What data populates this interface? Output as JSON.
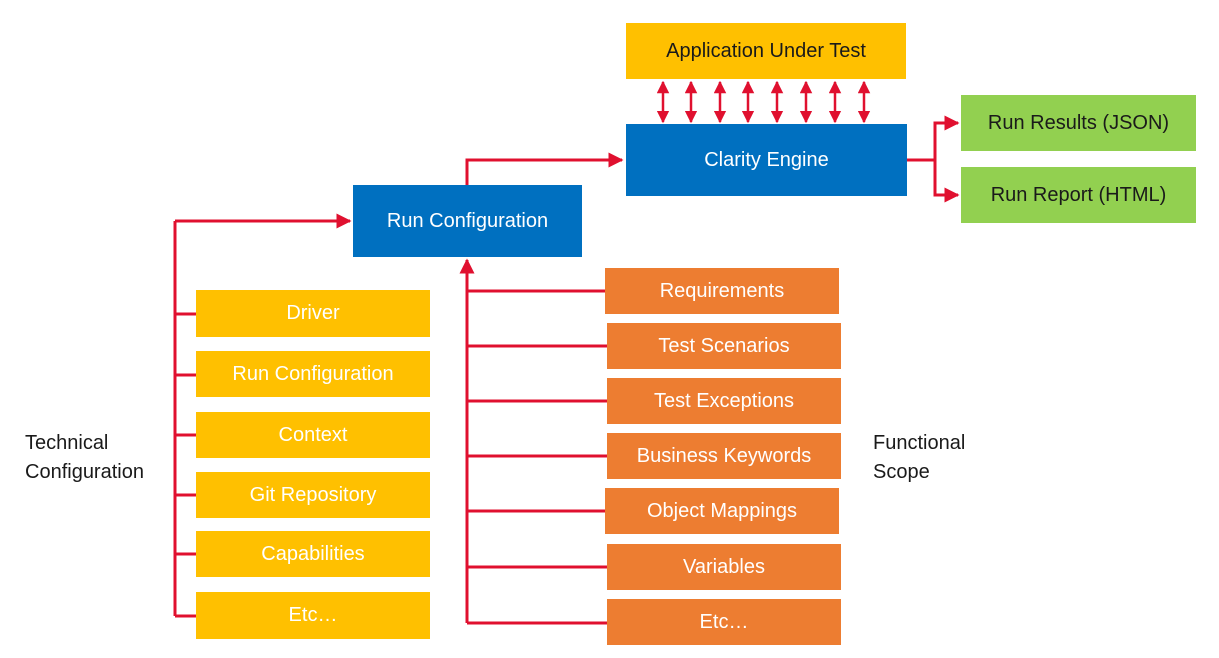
{
  "top": {
    "app_under_test": "Application Under Test",
    "engine": "Clarity Engine",
    "run_config": "Run Configuration"
  },
  "outputs": [
    "Run Results (JSON)",
    "Run Report (HTML)"
  ],
  "technical": {
    "label": "Technical\nConfiguration",
    "items": [
      "Driver",
      "Run Configuration",
      "Context",
      "Git Repository",
      "Capabilities",
      "Etc…"
    ]
  },
  "functional": {
    "label": "Functional\nScope",
    "items": [
      "Requirements",
      "Test Scenarios",
      "Test Exceptions",
      "Business Keywords",
      "Object Mappings",
      "Variables",
      "Etc…"
    ]
  },
  "colors": {
    "connector": "#E0102F",
    "yellow": "#FFC000",
    "orange": "#ED7D31",
    "blue": "#0070C0",
    "green": "#92D050"
  }
}
